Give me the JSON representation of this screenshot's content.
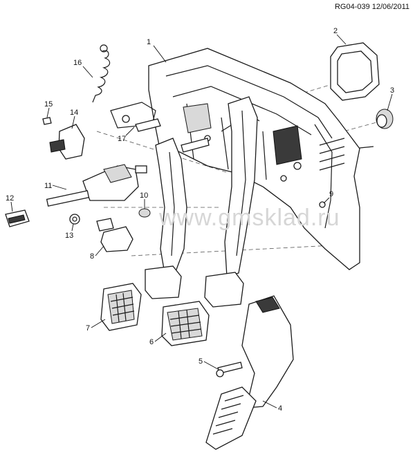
{
  "header": {
    "code": "RG04-039 12/06/2011"
  },
  "watermark": {
    "text": "www.gmsklad.ru"
  },
  "callouts": [
    {
      "id": "1",
      "label": "1"
    },
    {
      "id": "2",
      "label": "2"
    },
    {
      "id": "3",
      "label": "3"
    },
    {
      "id": "4",
      "label": "4"
    },
    {
      "id": "5",
      "label": "5"
    },
    {
      "id": "6",
      "label": "6"
    },
    {
      "id": "7",
      "label": "7"
    },
    {
      "id": "8",
      "label": "8"
    },
    {
      "id": "9",
      "label": "9"
    },
    {
      "id": "10",
      "label": "10"
    },
    {
      "id": "11",
      "label": "11"
    },
    {
      "id": "12",
      "label": "12"
    },
    {
      "id": "13",
      "label": "13"
    },
    {
      "id": "14",
      "label": "14"
    },
    {
      "id": "15",
      "label": "15"
    },
    {
      "id": "16",
      "label": "16"
    },
    {
      "id": "17",
      "label": "17"
    }
  ]
}
